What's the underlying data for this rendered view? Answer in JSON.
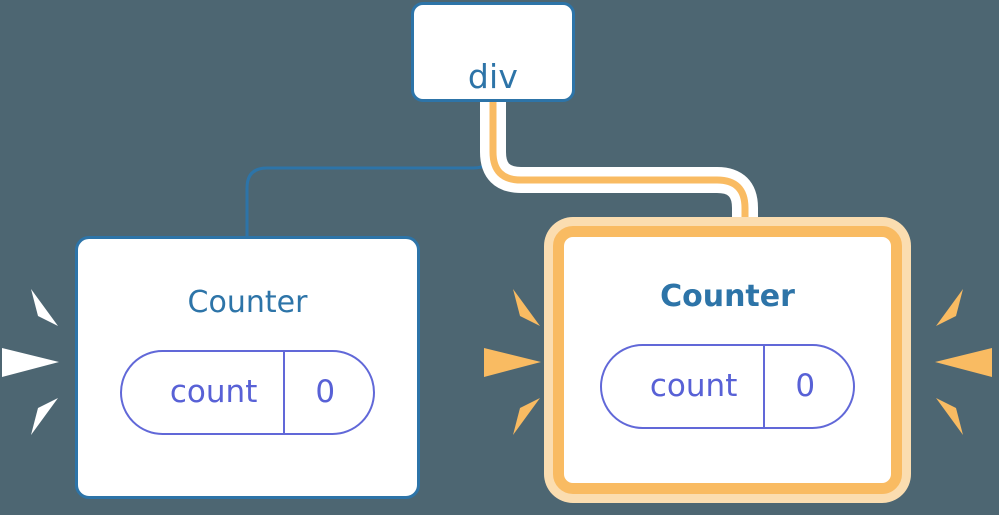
{
  "diagram": {
    "title": "Component tree: div with two Counter children, right one highlighted",
    "background_color": "#4d6672"
  },
  "colors": {
    "background": "#4d6672",
    "node_fill": "#ffffff",
    "blue_border": "#2d74a8",
    "blue_text": "#2d74a8",
    "orange_border": "#f9bb62",
    "orange_glow": "#fbddb0",
    "orange_sparkle": "#f9bb62",
    "white_sparkle": "#ffffff",
    "pill_border": "#6168d8",
    "pill_text": "#5861d6",
    "connector_blue": "#2d74a8",
    "connector_orange": "#f9bb62",
    "connector_halo": "#ffffff"
  },
  "nodes": {
    "root": {
      "label": "div",
      "kind": "element",
      "highlighted": false
    },
    "left_child": {
      "label": "Counter",
      "kind": "component",
      "highlighted": false,
      "state": {
        "key": "count",
        "value": "0"
      }
    },
    "right_child": {
      "label": "Counter",
      "kind": "component",
      "highlighted": true,
      "state": {
        "key": "count",
        "value": "0"
      }
    }
  },
  "edges": [
    {
      "name": "root-to-left-child",
      "from": "div",
      "to": "Counter (left)",
      "color": "#2d74a8",
      "highlighted": false
    },
    {
      "name": "root-to-right-child",
      "from": "div",
      "to": "Counter (right)",
      "color": "#f9bb62",
      "highlighted": true
    }
  ],
  "sparkles": [
    {
      "name": "left-burst",
      "color": "#ffffff",
      "rays": 3,
      "side": "left-of-left-counter"
    },
    {
      "name": "middle-burst",
      "color": "#f9bb62",
      "rays": 3,
      "side": "left-of-right-counter"
    },
    {
      "name": "right-burst",
      "color": "#f9bb62",
      "rays": 3,
      "side": "right-of-right-counter"
    }
  ]
}
